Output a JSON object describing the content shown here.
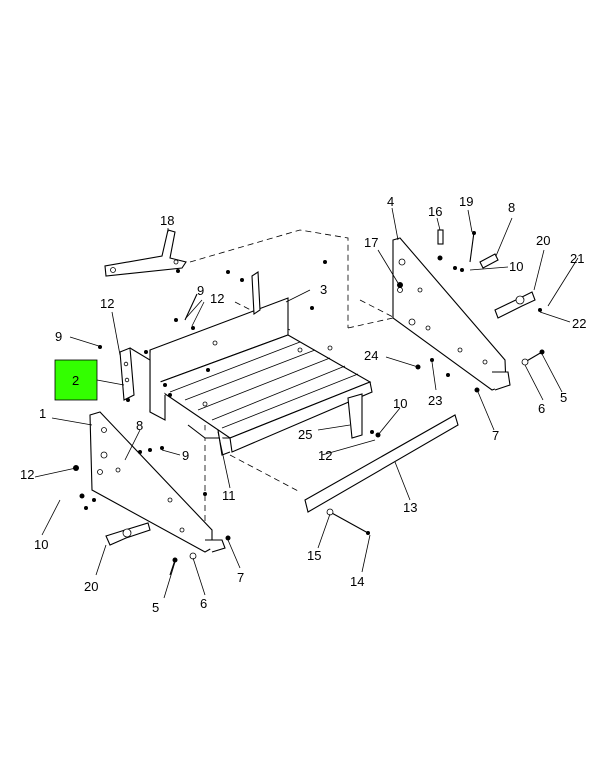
{
  "highlight": {
    "label": "2",
    "color": "#33ff00"
  },
  "callouts": [
    {
      "id": "c1",
      "label": "1"
    },
    {
      "id": "c3",
      "label": "3"
    },
    {
      "id": "c4",
      "label": "4"
    },
    {
      "id": "c5a",
      "label": "5"
    },
    {
      "id": "c5b",
      "label": "5"
    },
    {
      "id": "c6a",
      "label": "6"
    },
    {
      "id": "c6b",
      "label": "6"
    },
    {
      "id": "c7a",
      "label": "7"
    },
    {
      "id": "c7b",
      "label": "7"
    },
    {
      "id": "c8a",
      "label": "8"
    },
    {
      "id": "c8b",
      "label": "8"
    },
    {
      "id": "c9a",
      "label": "9"
    },
    {
      "id": "c9b",
      "label": "9"
    },
    {
      "id": "c9c",
      "label": "9"
    },
    {
      "id": "c10a",
      "label": "10"
    },
    {
      "id": "c10b",
      "label": "10"
    },
    {
      "id": "c10c",
      "label": "10"
    },
    {
      "id": "c11",
      "label": "11"
    },
    {
      "id": "c12a",
      "label": "12"
    },
    {
      "id": "c12b",
      "label": "12"
    },
    {
      "id": "c12c",
      "label": "12"
    },
    {
      "id": "c12d",
      "label": "12"
    },
    {
      "id": "c13",
      "label": "13"
    },
    {
      "id": "c14",
      "label": "14"
    },
    {
      "id": "c15",
      "label": "15"
    },
    {
      "id": "c16",
      "label": "16"
    },
    {
      "id": "c17",
      "label": "17"
    },
    {
      "id": "c18",
      "label": "18"
    },
    {
      "id": "c19",
      "label": "19"
    },
    {
      "id": "c20a",
      "label": "20"
    },
    {
      "id": "c20b",
      "label": "20"
    },
    {
      "id": "c21",
      "label": "21"
    },
    {
      "id": "c22",
      "label": "22"
    },
    {
      "id": "c23",
      "label": "23"
    },
    {
      "id": "c24",
      "label": "24"
    },
    {
      "id": "c25",
      "label": "25"
    }
  ]
}
